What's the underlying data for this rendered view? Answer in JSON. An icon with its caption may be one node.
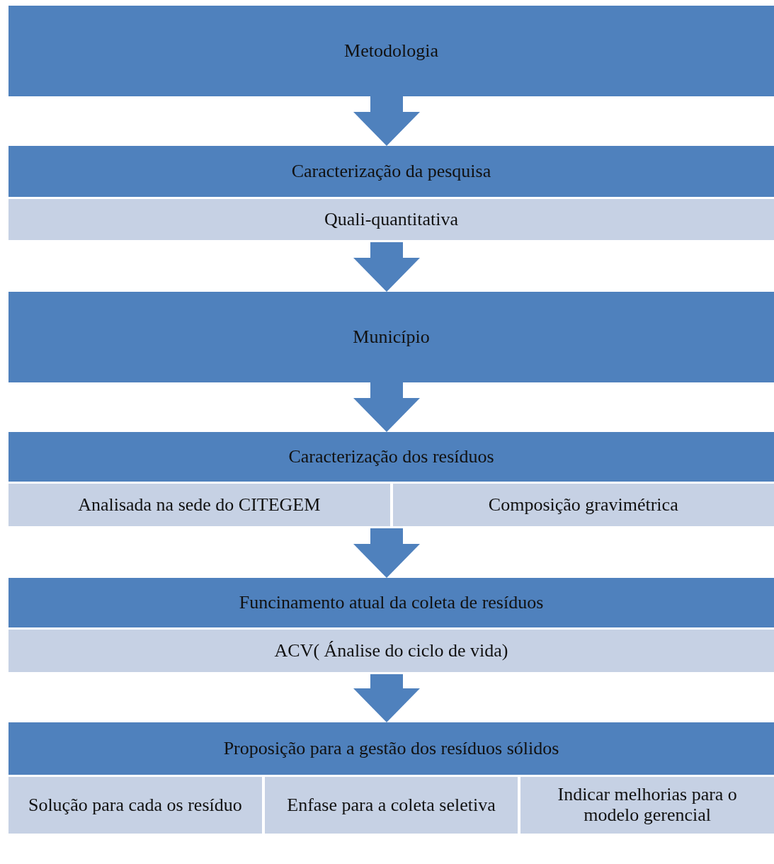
{
  "diagram": {
    "nodes": [
      {
        "text": [
          "Metodologia"
        ]
      },
      {
        "text": [
          "Caracterização da pesquisa"
        ]
      },
      {
        "text": [
          "Quali-quantitativa"
        ],
        "in": 1
      },
      {
        "text": [
          "Município"
        ]
      },
      {
        "text": [
          "Caracterização dos resíduos"
        ]
      },
      {
        "text": [
          "Analisada na sede do CITEGEM"
        ],
        "in": 4
      },
      {
        "text": [
          "Composição gravimétrica"
        ],
        "in": 4
      },
      {
        "text": [
          "Funcinamento atual da coleta de resíduos"
        ]
      },
      {
        "text": [
          "ACV( Ánalise do ciclo de vida)"
        ],
        "in": 7
      },
      {
        "text": [
          "Proposição para a gestão dos resíduos sólidos"
        ]
      },
      {
        "text": [
          "Solução para cada os resíduo"
        ],
        "in": 9
      },
      {
        "text": [
          "Enfase para a coleta seletiva"
        ],
        "in": 9
      },
      {
        "text": [
          "Indicar melhorias para o modelo gerencial"
        ],
        "in": 9
      }
    ],
    "edges": [
      {
        "from": 0,
        "to": 1,
        "arrow": "to"
      },
      {
        "from": 1,
        "to": 3,
        "arrow": "to"
      },
      {
        "from": 3,
        "to": 4,
        "arrow": "to"
      },
      {
        "from": 4,
        "to": 7,
        "arrow": "to"
      },
      {
        "from": 7,
        "to": 9,
        "arrow": "to"
      }
    ]
  }
}
